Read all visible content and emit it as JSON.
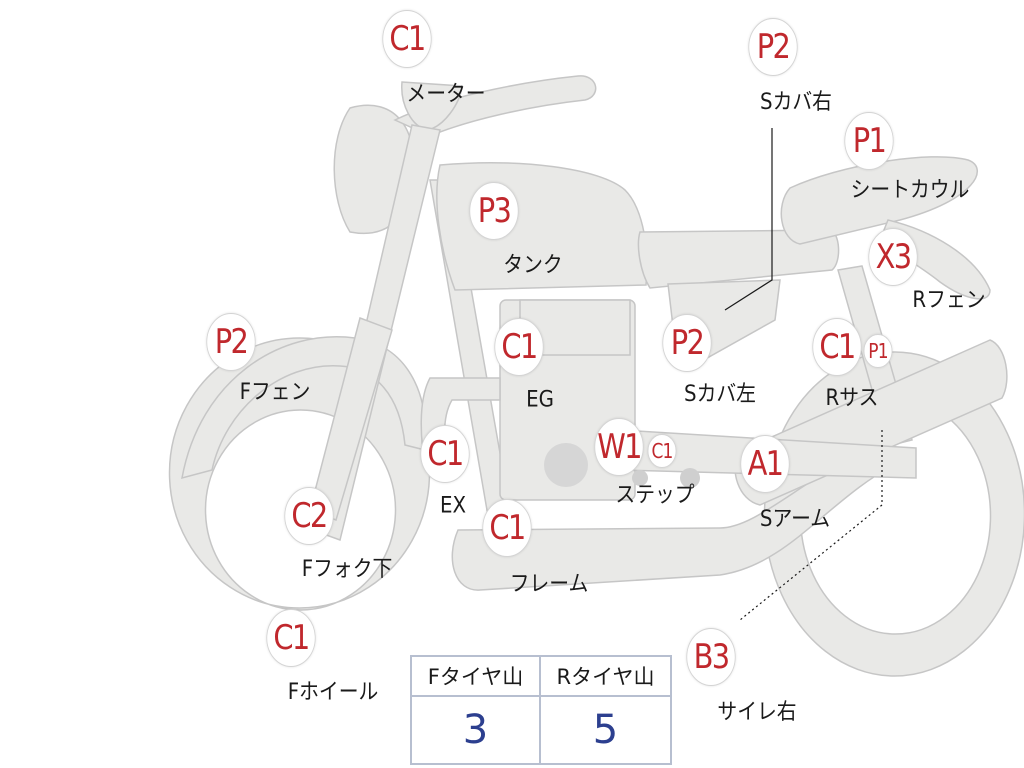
{
  "callouts": [
    {
      "key": "meter",
      "code": "C1",
      "label": "メーター"
    },
    {
      "key": "side-cover-right",
      "code": "P2",
      "label": "Sカバ右"
    },
    {
      "key": "seat-cowl",
      "code": "P1",
      "label": "シートカウル"
    },
    {
      "key": "tank",
      "code": "P3",
      "label": "タンク"
    },
    {
      "key": "rear-fender",
      "code": "X3",
      "label": "Rフェン"
    },
    {
      "key": "front-fender",
      "code": "P2",
      "label": "Fフェン"
    },
    {
      "key": "engine",
      "code": "C1",
      "label": "EG"
    },
    {
      "key": "side-cover-left",
      "code": "P2",
      "label": "Sカバ左"
    },
    {
      "key": "rear-suspension",
      "code": "C1",
      "code2": "P1",
      "label": "Rサス"
    },
    {
      "key": "exhaust",
      "code": "C1",
      "label": "EX"
    },
    {
      "key": "step",
      "code": "W1",
      "code2": "C1",
      "label": "ステップ"
    },
    {
      "key": "swing-arm",
      "code": "A1",
      "label": "Sアーム"
    },
    {
      "key": "front-fork-lower",
      "code": "C2",
      "label": "Fフォク下"
    },
    {
      "key": "frame",
      "code": "C1",
      "label": "フレーム"
    },
    {
      "key": "muffler-right",
      "code": "B3",
      "label": "サイレ右"
    },
    {
      "key": "front-wheel",
      "code": "C1",
      "label": "Fホイール"
    }
  ],
  "tread_table": {
    "front_label": "Fタイヤ山",
    "rear_label": "Rタイヤ山",
    "front_value": "3",
    "rear_value": "5"
  },
  "colors": {
    "part_fill": "#e9e9e7",
    "part_stroke": "#c6c6c6",
    "badge_text": "#c0282d",
    "table_border": "#b7bfd0",
    "table_value": "#2c3f8f"
  }
}
